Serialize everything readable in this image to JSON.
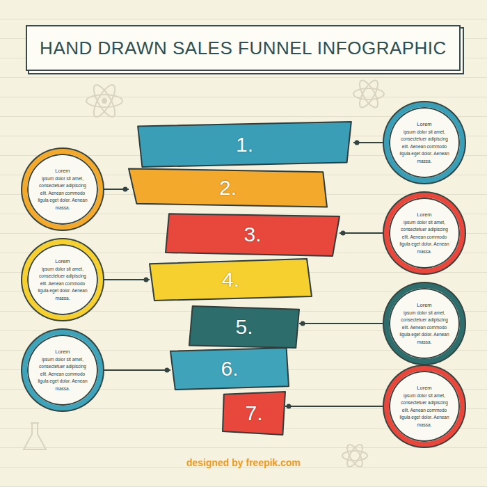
{
  "diagram": {
    "title": "HAND DRAWN SALES FUNNEL INFOGRAPHIC",
    "nodes": [
      {
        "text": [
          "1."
        ]
      },
      {
        "text": [
          "2."
        ]
      },
      {
        "text": [
          "3."
        ]
      },
      {
        "text": [
          "4."
        ]
      },
      {
        "text": [
          "5."
        ]
      },
      {
        "text": [
          "6."
        ]
      },
      {
        "text": [
          "7."
        ]
      },
      {
        "text": [
          "Lorem",
          "ipsum dolor sit amet, consectetuer adipiscing elit. Aenean commodo ligula eget dolor. Aenean massa."
        ]
      },
      {
        "text": [
          "Lorem",
          "ipsum dolor sit amet, consectetuer adipiscing elit. Aenean commodo ligula eget dolor. Aenean massa."
        ]
      },
      {
        "text": [
          "Lorem",
          "ipsum dolor sit amet, consectetuer adipiscing elit. Aenean commodo ligula eget dolor. Aenean massa."
        ]
      },
      {
        "text": [
          "Lorem",
          "ipsum dolor sit amet, consectetuer adipiscing elit. Aenean commodo ligula eget dolor. Aenean massa."
        ]
      },
      {
        "text": [
          "Lorem",
          "ipsum dolor sit amet, consectetuer adipiscing elit. Aenean commodo ligula eget dolor. Aenean massa."
        ]
      },
      {
        "text": [
          "Lorem",
          "ipsum dolor sit amet, consectetuer adipiscing elit. Aenean commodo ligula eget dolor. Aenean massa."
        ]
      },
      {
        "text": [
          "Lorem",
          "ipsum dolor sit amet, consectetuer adipiscing elit. Aenean commodo ligula eget dolor. Aenean massa."
        ]
      }
    ],
    "edges": [
      {
        "from": 7,
        "to": 0,
        "arrow": "none"
      },
      {
        "from": 8,
        "to": 1,
        "arrow": "none"
      },
      {
        "from": 9,
        "to": 2,
        "arrow": "none"
      },
      {
        "from": 10,
        "to": 3,
        "arrow": "none"
      },
      {
        "from": 11,
        "to": 4,
        "arrow": "none"
      },
      {
        "from": 12,
        "to": 5,
        "arrow": "none"
      },
      {
        "from": 13,
        "to": 6,
        "arrow": "none"
      }
    ],
    "labels": [
      "designed by freepik.com"
    ]
  }
}
